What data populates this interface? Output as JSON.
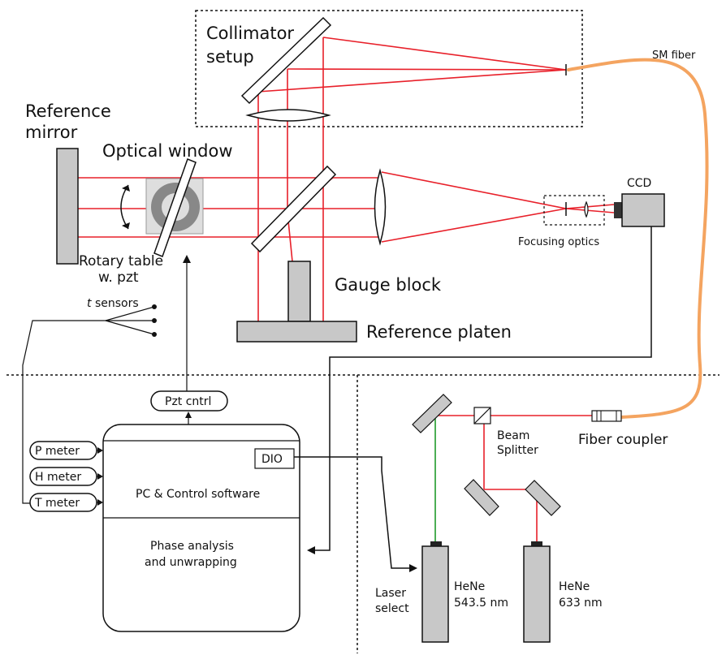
{
  "colors": {
    "red_beam": "#e8202a",
    "green_beam": "#1f9a2a",
    "fiber": "#f4a460",
    "component_fill": "#c8c8c8",
    "outline": "#111111"
  },
  "labels": {
    "collimator_line1": "Collimator",
    "collimator_line2": "setup",
    "sm_fiber": "SM fiber",
    "reference_mirror_line1": "Reference",
    "reference_mirror_line2": "mirror",
    "optical_window": "Optical window",
    "rotary_table_line1": "Rotary table",
    "rotary_table_line2": "w. pzt",
    "gauge_block": "Gauge block",
    "reference_platen": "Reference platen",
    "ccd": "CCD",
    "focusing_optics": "Focusing optics",
    "t_sensors_italic": "t",
    "t_sensors_rest": " sensors",
    "pzt_cntrl": "Pzt cntrl",
    "p_meter": "P meter",
    "h_meter": "H meter",
    "t_meter": "T meter",
    "dio": "DIO",
    "pc_control": "PC & Control software",
    "phase_line1": "Phase analysis",
    "phase_line2": "and unwrapping",
    "beam_splitter_line1": "Beam",
    "beam_splitter_line2": "Splitter",
    "fiber_coupler": "Fiber coupler",
    "laser_select_line1": "Laser",
    "laser_select_line2": "select",
    "hene_green_line1": "HeNe",
    "hene_green_line2": "543.5 nm",
    "hene_red_line1": "HeNe",
    "hene_red_line2": "633 nm"
  }
}
